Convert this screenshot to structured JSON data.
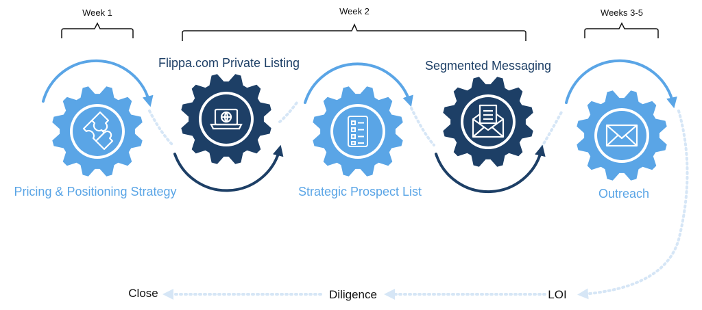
{
  "timeline": {
    "week1": "Week 1",
    "week2": "Week 2",
    "week3_5": "Weeks 3-5"
  },
  "steps": [
    {
      "label": "Pricing & Positioning Strategy",
      "icon": "puzzle-icon",
      "color": "#5aa5e6"
    },
    {
      "label": "Flippa.com Private Listing",
      "icon": "laptop-globe-icon",
      "color": "#1d3f66"
    },
    {
      "label": "Strategic Prospect List",
      "icon": "checklist-icon",
      "color": "#5aa5e6"
    },
    {
      "label": "Segmented Messaging",
      "icon": "open-envelope-icon",
      "color": "#1d3f66"
    },
    {
      "label": "Outreach",
      "icon": "envelope-icon",
      "color": "#5aa5e6"
    }
  ],
  "stages": {
    "loi": "LOI",
    "diligence": "Diligence",
    "close": "Close"
  },
  "colors": {
    "light_blue": "#5aa5e6",
    "dark_blue": "#1d3f66",
    "dotted": "#d6e6f6",
    "text_light": "#5aa5e6",
    "text_dark": "#1d3f66"
  }
}
